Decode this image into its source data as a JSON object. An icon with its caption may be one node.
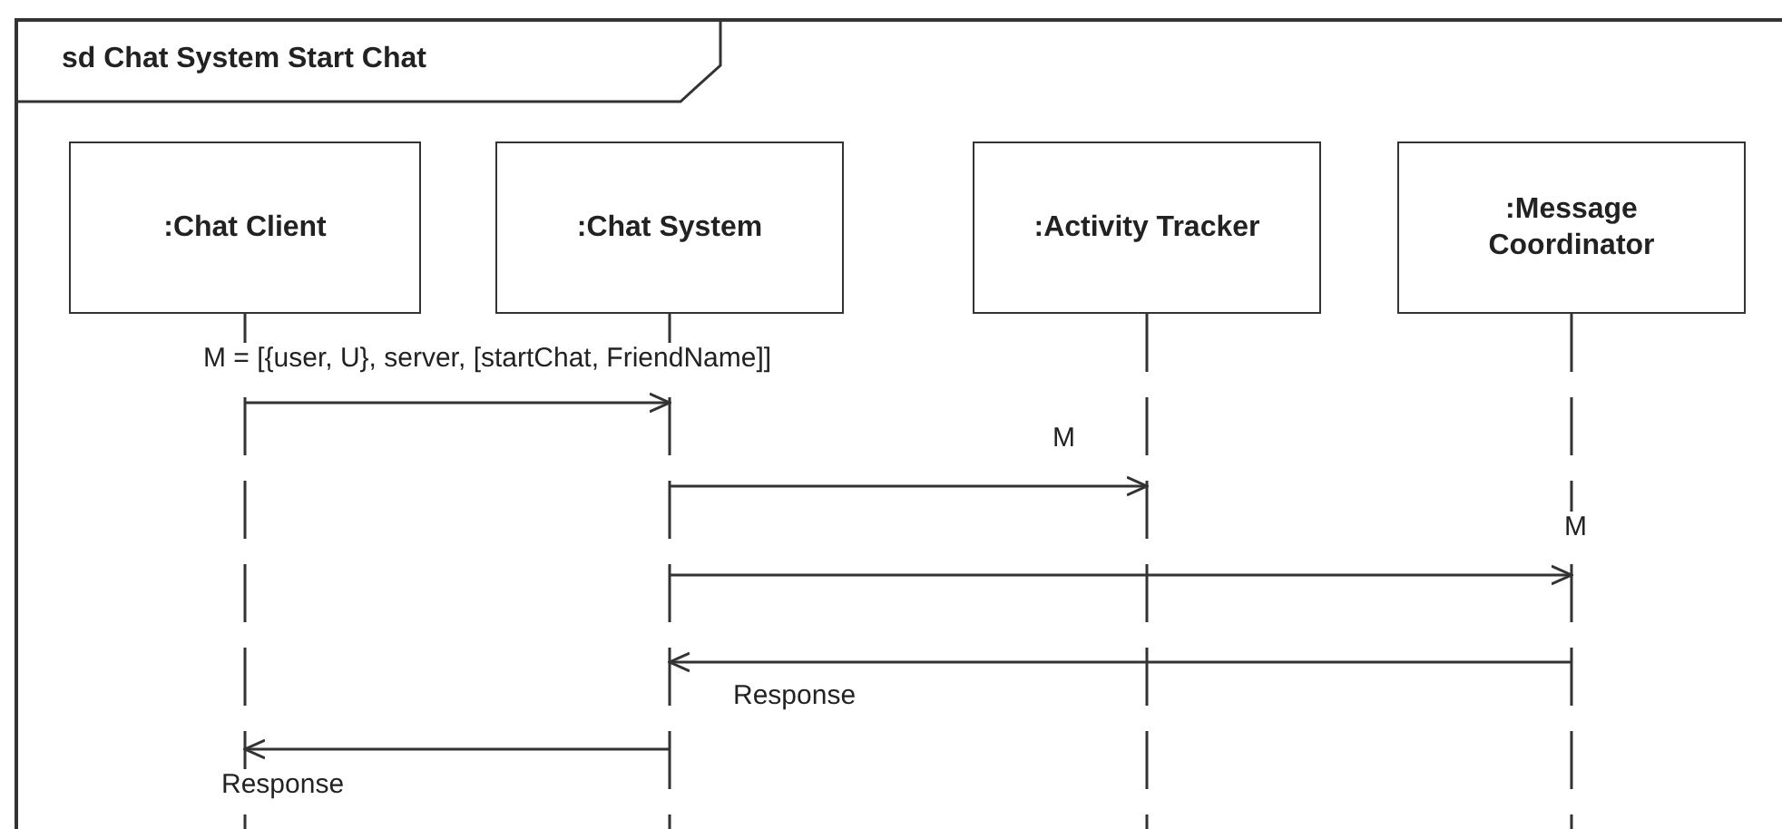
{
  "diagram": {
    "nodes": [
      {
        "text": [
          "sd Chat System Start Chat"
        ]
      },
      {
        "text": [
          ":Chat Client"
        ],
        "in": 0
      },
      {
        "text": [
          ":Chat System"
        ],
        "in": 0
      },
      {
        "text": [
          ":Activity Tracker"
        ],
        "in": 0
      },
      {
        "text": [
          ":Message Coordinator"
        ],
        "in": 0
      }
    ],
    "edges": [
      {
        "from": 1,
        "to": 2,
        "arrow": "to",
        "label": "M = [{user, U}, server, [startChat, FriendName]]"
      },
      {
        "from": 2,
        "to": 3,
        "arrow": "to",
        "label": "M"
      },
      {
        "from": 2,
        "to": 4,
        "arrow": "to",
        "label": "M"
      },
      {
        "from": 4,
        "to": 2,
        "arrow": "to",
        "label": "Response"
      },
      {
        "from": 2,
        "to": 1,
        "arrow": "to",
        "label": "Response"
      }
    ]
  }
}
